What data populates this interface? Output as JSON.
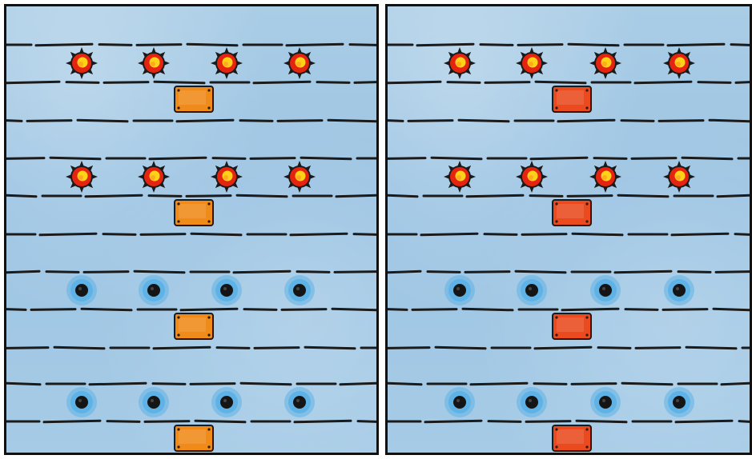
{
  "colors": {
    "background": "#a3c9e5",
    "line": "#1b1b1b",
    "lamp_core": "#ffd21a",
    "lamp_body": "#e52410",
    "lamp_spike": "#1a1a1a",
    "sensor_ring": "#5fb2e6",
    "sensor_core": "#151515",
    "block_left": "#f08a18",
    "block_right": "#ea4a1e"
  },
  "panels": [
    {
      "id": "left",
      "rows": [
        {
          "device": "lamp-lit",
          "count": 4,
          "block": "orange"
        },
        {
          "device": "lamp-lit",
          "count": 4,
          "block": "orange"
        },
        {
          "device": "sensor-dark",
          "count": 4,
          "block": "orange"
        },
        {
          "device": "sensor-dark",
          "count": 4,
          "block": "orange"
        }
      ]
    },
    {
      "id": "right",
      "rows": [
        {
          "device": "lamp-lit",
          "count": 4,
          "block": "red"
        },
        {
          "device": "lamp-lit",
          "count": 4,
          "block": "red"
        },
        {
          "device": "sensor-dark",
          "count": 4,
          "block": "red"
        },
        {
          "device": "sensor-dark",
          "count": 4,
          "block": "red"
        }
      ]
    }
  ]
}
